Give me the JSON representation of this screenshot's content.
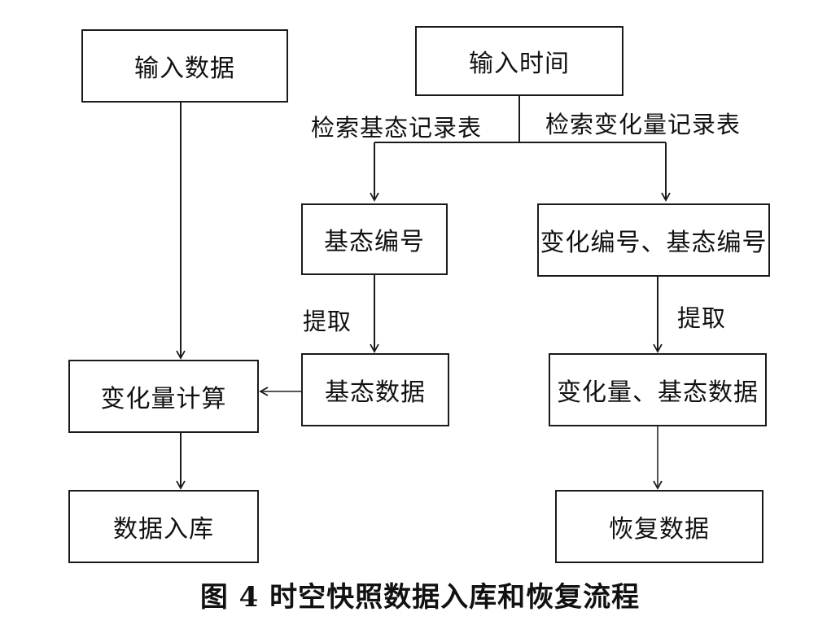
{
  "nodes": {
    "input_data": "输入数据",
    "input_time": "输入时间",
    "base_state_id": "基态编号",
    "change_base_id": "变化编号、基态编号",
    "change_calc": "变化量计算",
    "base_state_data": "基态数据",
    "change_base_data": "变化量、基态数据",
    "data_store": "数据入库",
    "restore_data": "恢复数据"
  },
  "edge_labels": {
    "search_base_table": "检索基态记录表",
    "search_change_table": "检索变化量记录表",
    "extract_left": "提取",
    "extract_right": "提取"
  },
  "caption": "图 4  时空快照数据入库和恢复流程"
}
